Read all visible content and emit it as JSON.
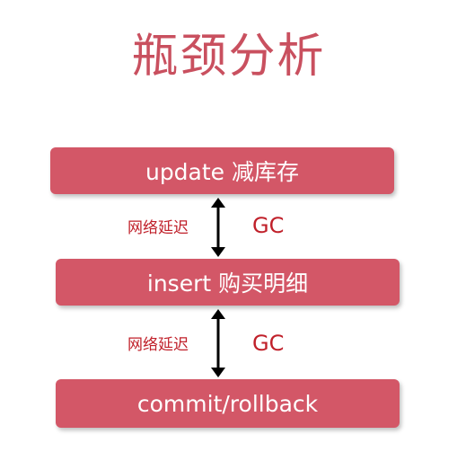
{
  "title": "瓶颈分析",
  "steps": [
    {
      "label": "update 减库存"
    },
    {
      "label": "insert 购买明细"
    },
    {
      "label": "commit/rollback"
    }
  ],
  "connectors": [
    {
      "left_label": "网络延迟",
      "right_label": "GC"
    },
    {
      "left_label": "网络延迟",
      "right_label": "GC"
    }
  ],
  "colors": {
    "title": "#c9505f",
    "box_fill": "#d35767",
    "box_text": "#ffffff",
    "label": "#c0202a",
    "arrow": "#000000"
  }
}
